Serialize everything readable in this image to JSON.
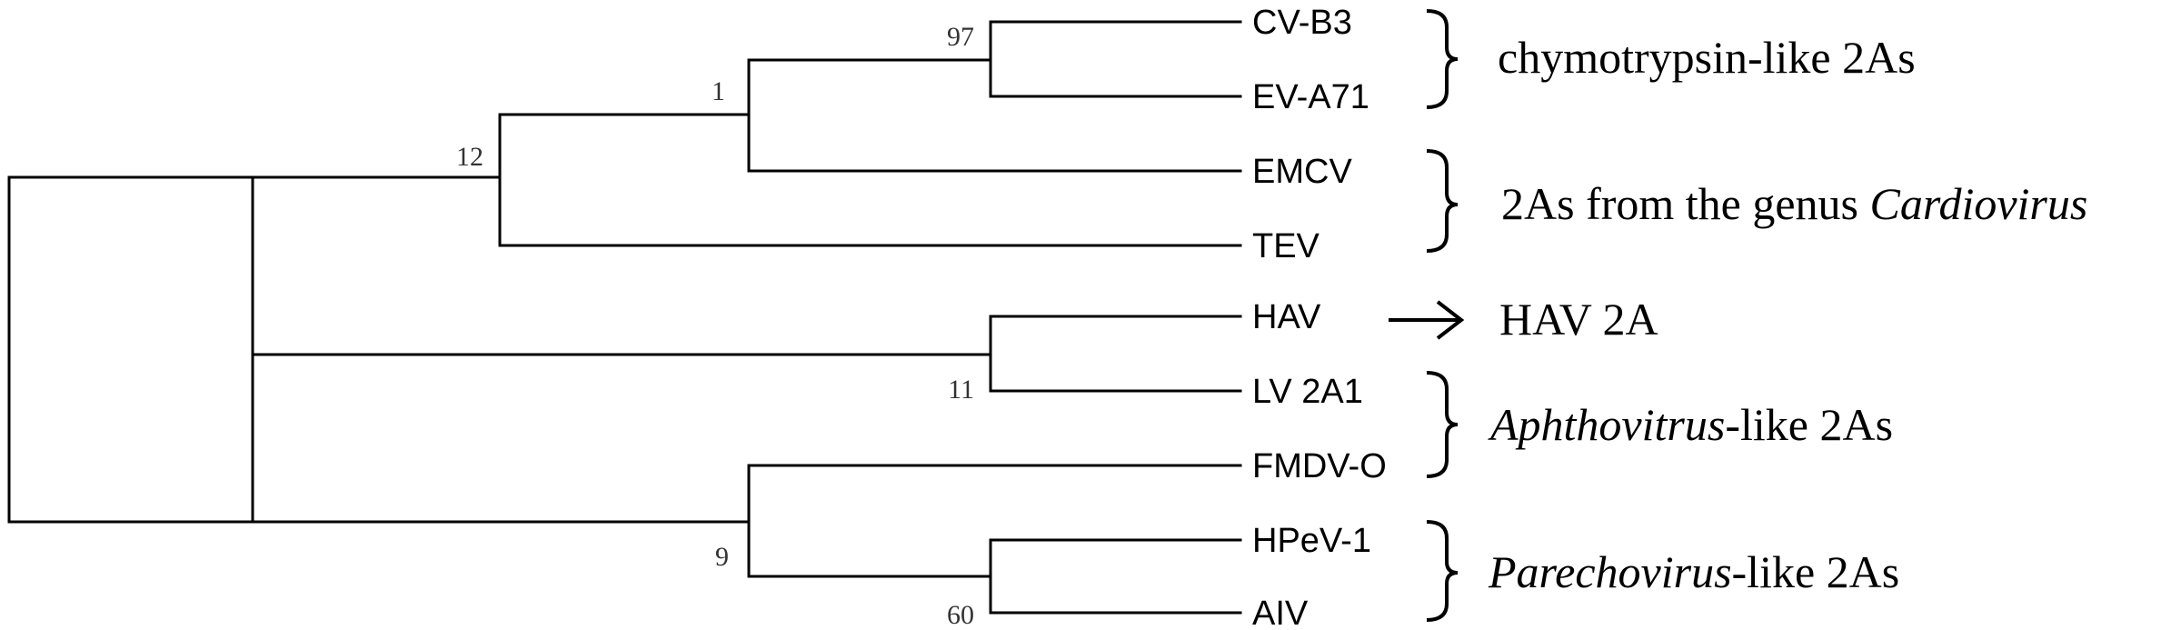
{
  "taxa": [
    "CV-B3",
    "EV-A71",
    "EMCV",
    "TEV",
    "HAV",
    "LV 2A1",
    "FMDV-O",
    "HPeV-1",
    "AIV"
  ],
  "bootstrap": [
    "97",
    "1",
    "12",
    "11",
    "9",
    "60"
  ],
  "groups": [
    {
      "text": "chymotrypsin-like 2As"
    },
    {
      "prefix": "2As from the genus ",
      "italic": "Cardiovirus"
    },
    {
      "text": "HAV 2A"
    },
    {
      "italic": "Aphthovitrus",
      "suffix": "-like 2As"
    },
    {
      "italic": "Parechovirus",
      "suffix": "-like 2As"
    }
  ]
}
